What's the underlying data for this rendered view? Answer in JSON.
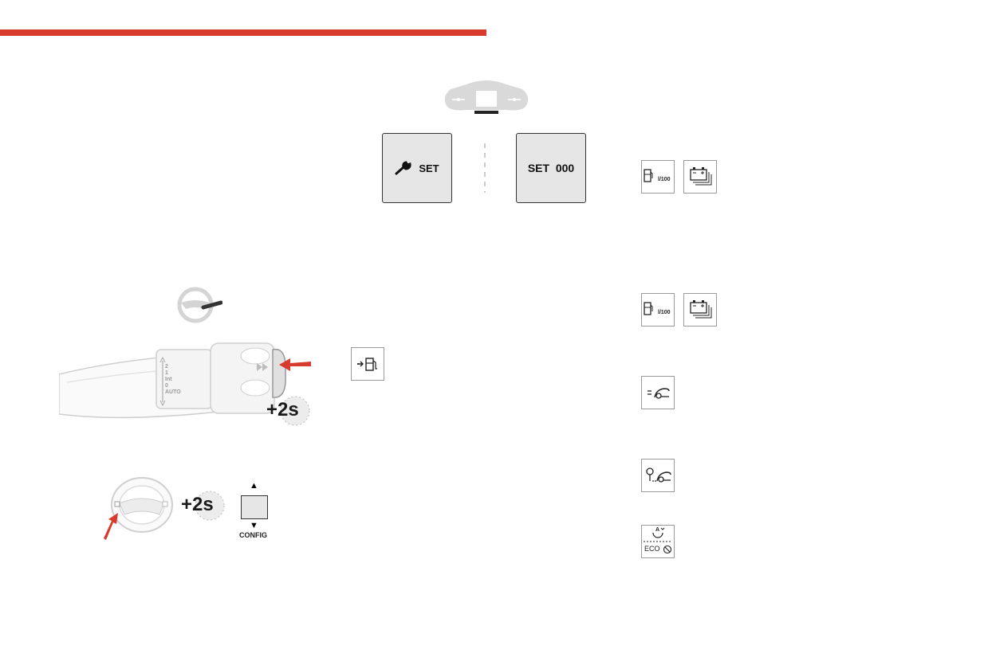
{
  "colors": {
    "accent": "#d83a2e",
    "lcd_bg": "#e6e6e6",
    "ghost": "#d9d9d9"
  },
  "display": {
    "left_screen": {
      "icon": "wrench-icon",
      "text": "SET"
    },
    "right_screen": {
      "text": "SET  000"
    }
  },
  "lever": {
    "ring_labels": [
      "2",
      "1",
      "Int",
      "0",
      "AUTO"
    ],
    "hold_badge": "+2s"
  },
  "wheel": {
    "hold_badge": "+2s",
    "config_label": "CONFIG"
  },
  "symbols": {
    "fuel_unit": "l/100",
    "eco_label": "ECO",
    "auto_letter": "A"
  }
}
